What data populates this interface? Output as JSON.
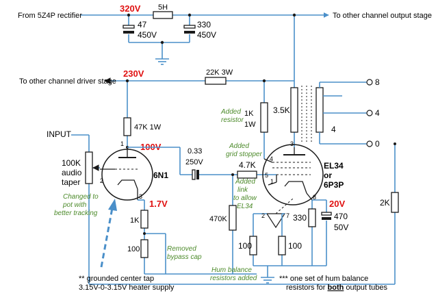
{
  "texts": {
    "from_rect": "From 5Z4P rectifier",
    "v320": "320V",
    "choke": "5H",
    "other_out": "To other channel output stage",
    "c47a": "47",
    "c47b": "450V",
    "c330a": "330",
    "c330b": "450V",
    "other_drv": "To other channel driver stage",
    "v230": "230V",
    "r22k": "22K 3W",
    "r1k_a": "1K",
    "r1k_b": "1W",
    "added_res_a": "Added",
    "added_res_b": "resistor",
    "r35k": "3.5K",
    "tap8": "8",
    "tap4": "4",
    "tap0": "0",
    "spk": "4",
    "input": "INPUT",
    "r47k1w": "47K 1W",
    "pot_a": "100K",
    "pot_b": "audio",
    "pot_c": "taper",
    "v100": "100V",
    "c033_a": "0.33",
    "c033_b": "250V",
    "added_gs_a": "Added",
    "added_gs_b": "grid stopper",
    "r47k": "4.7K",
    "tube1": "6N1",
    "tube2_a": "EL34",
    "tube2_b": "or",
    "tube2_c": "6P3P",
    "changed_a": "Changed to",
    "changed_b": "pot with",
    "changed_c": "better tracking",
    "added_link_a": "Added",
    "added_link_b": "link",
    "added_link_c": "to allow",
    "added_link_d": "EL34",
    "v17": "1.7V",
    "r1k_cath": "1K",
    "r470k": "470K",
    "r330": "330",
    "c470_a": "470",
    "c470_b": "50V",
    "v20": "20V",
    "r2k": "2K",
    "r100_cath": "100",
    "removed_a": "Removed",
    "removed_b": "bypass cap",
    "r100_h1": "100",
    "r100_h2": "100",
    "hum_a": "Hum balance",
    "hum_b": "resistors added",
    "gnd_note_a": "** grounded center tap",
    "gnd_note_b": "3.15V-0-3.15V heater supply",
    "hum_note_a": "*** one set of hum balance",
    "hum_note_b1": "resistors for ",
    "hum_note_b2": "both",
    "hum_note_b3": " output tubes",
    "pin1": "1",
    "pin2": "2",
    "pin3": "3",
    "pin3b": "3",
    "pin4": "4",
    "pin5": "5",
    "pin1b": "1",
    "pin8": "8",
    "pin2h": "2",
    "pin7h": "7"
  }
}
